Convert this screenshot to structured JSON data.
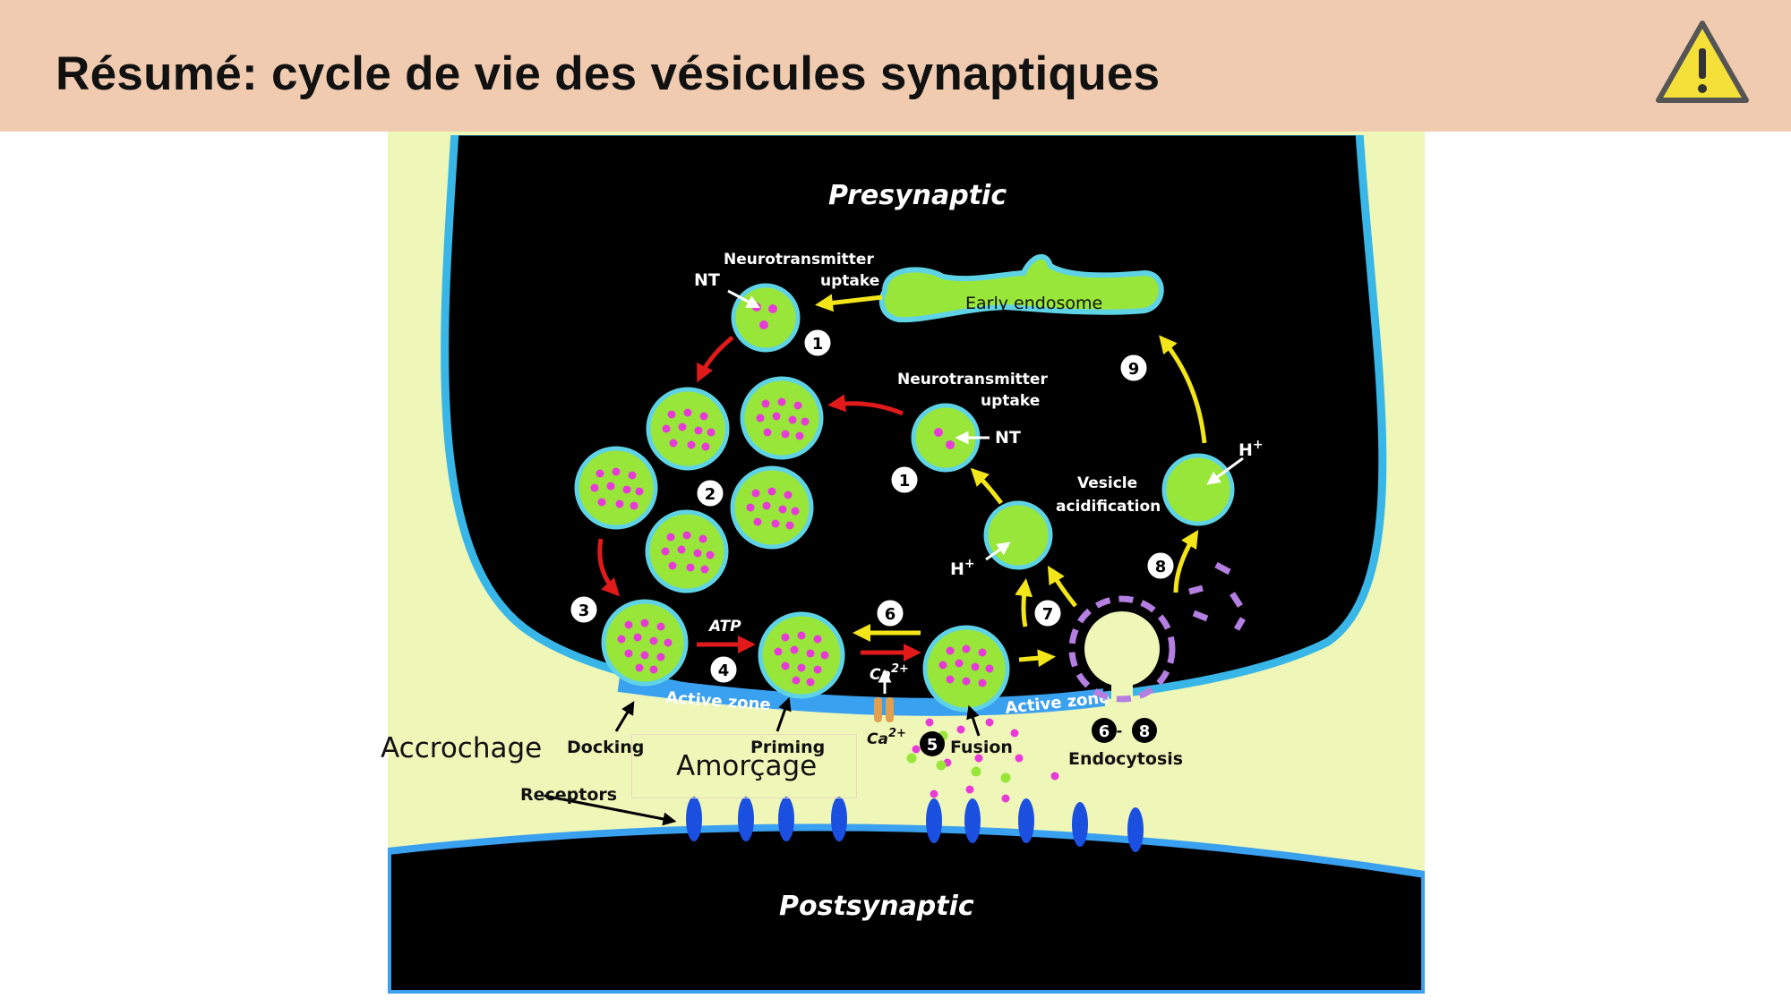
{
  "slide": {
    "title": "Résumé: cycle de vie des vésicules synaptiques",
    "warning_icon": "warning-triangle-icon"
  },
  "colors": {
    "header_bg": "#f0cbb0",
    "cytoplasm": "#000000",
    "extracellular": "#eef7b8",
    "membrane": "#38b6e8",
    "vesicle_fill": "#99e63a",
    "vesicle_rim": "#5fd3e6",
    "neurotransmitter": "#e83ad8",
    "arrow_red": "#e01a1a",
    "arrow_yellow": "#f2e51a",
    "receptor": "#1a4fe0",
    "clathrin": "#b47fe0",
    "warning_fill": "#f5e03a"
  },
  "diagram": {
    "presynaptic": "Presynaptic",
    "postsynaptic": "Postsynaptic",
    "early_endosome": "Early endosome",
    "nt_uptake_1a": "Neurotransmitter",
    "nt_uptake_1b": "uptake",
    "nt_uptake_2a": "Neurotransmitter",
    "nt_uptake_2b": "uptake",
    "nt_1": "NT",
    "nt_2": "NT",
    "vesicle_acid_1": "Vesicle",
    "vesicle_acid_2": "acidification",
    "h_plus_1": "H",
    "h_plus_2": "H",
    "plus": "+",
    "atp": "ATP",
    "ca_label": "Ca",
    "ca_sup": "2+",
    "active_zone_1": "Active zone",
    "active_zone_2": "Active zone",
    "docking": "Docking",
    "priming": "Priming",
    "fusion": "Fusion",
    "endocytosis": "Endocytosis",
    "receptors": "Receptors",
    "step_1": "1",
    "step_2": "2",
    "step_3": "3",
    "step_4": "4",
    "step_5": "5",
    "step_6": "6",
    "step_7": "7",
    "step_8": "8",
    "step_9": "9",
    "dash": "-"
  },
  "overlay_labels": {
    "accrochage": "Accrochage",
    "amorcage": "Amorçage"
  }
}
